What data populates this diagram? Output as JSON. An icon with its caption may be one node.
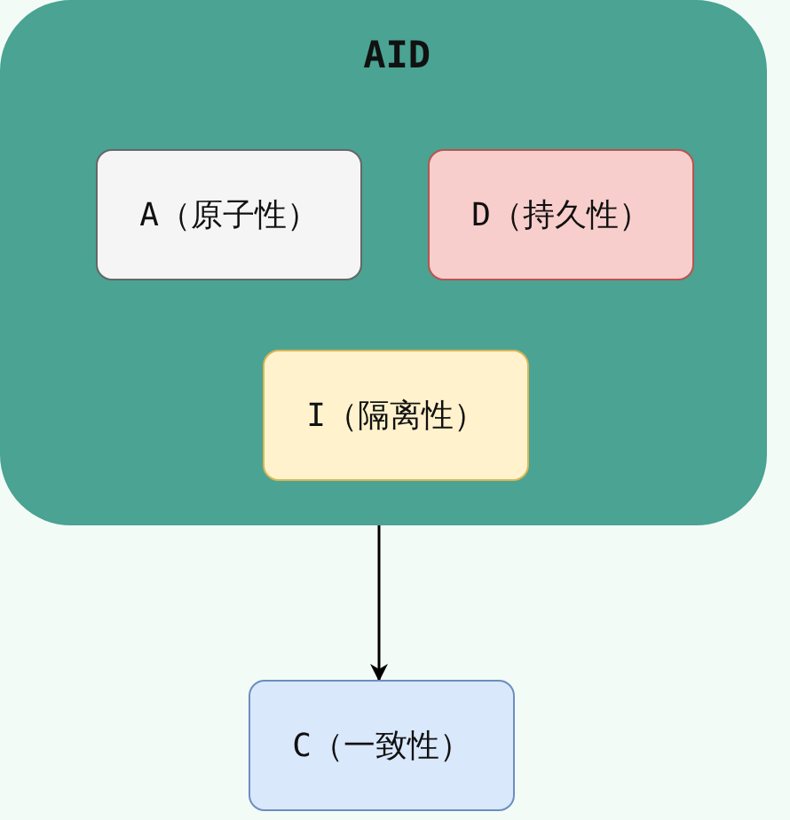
{
  "diagram": {
    "nodes": [
      {
        "text": [
          "AID"
        ]
      },
      {
        "text": [
          "A（原子性）"
        ],
        "in": 0
      },
      {
        "text": [
          "D（持久性）"
        ],
        "in": 0
      },
      {
        "text": [
          "I（隔离性）"
        ],
        "in": 0
      },
      {
        "text": [
          "C（一致性）"
        ]
      }
    ],
    "edges": [
      {
        "from": 0,
        "to": 4,
        "arrow": "to"
      }
    ]
  }
}
